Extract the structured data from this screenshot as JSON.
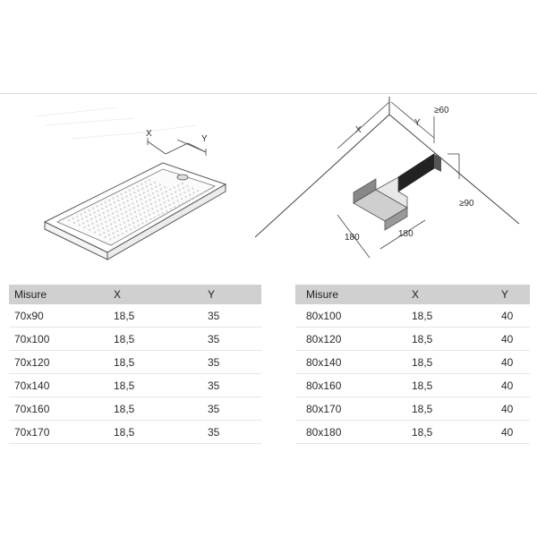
{
  "figure_left": {
    "x_label": "X",
    "y_label": "Y"
  },
  "figure_right": {
    "x_label": "X",
    "y_label": "Y",
    "h_label": "≥60",
    "v_label": "≥90",
    "depth_a": "180",
    "depth_b": "180"
  },
  "table_left": {
    "headers": [
      "Misure",
      "X",
      "Y"
    ],
    "rows": [
      [
        "70x90",
        "18,5",
        "35"
      ],
      [
        "70x100",
        "18,5",
        "35"
      ],
      [
        "70x120",
        "18,5",
        "35"
      ],
      [
        "70x140",
        "18,5",
        "35"
      ],
      [
        "70x160",
        "18,5",
        "35"
      ],
      [
        "70x170",
        "18,5",
        "35"
      ]
    ]
  },
  "table_right": {
    "headers": [
      "Misure",
      "X",
      "Y"
    ],
    "rows": [
      [
        "80x100",
        "18,5",
        "40"
      ],
      [
        "80x120",
        "18,5",
        "40"
      ],
      [
        "80x140",
        "18,5",
        "40"
      ],
      [
        "80x160",
        "18,5",
        "40"
      ],
      [
        "80x170",
        "18,5",
        "40"
      ],
      [
        "80x180",
        "18,5",
        "40"
      ]
    ]
  }
}
